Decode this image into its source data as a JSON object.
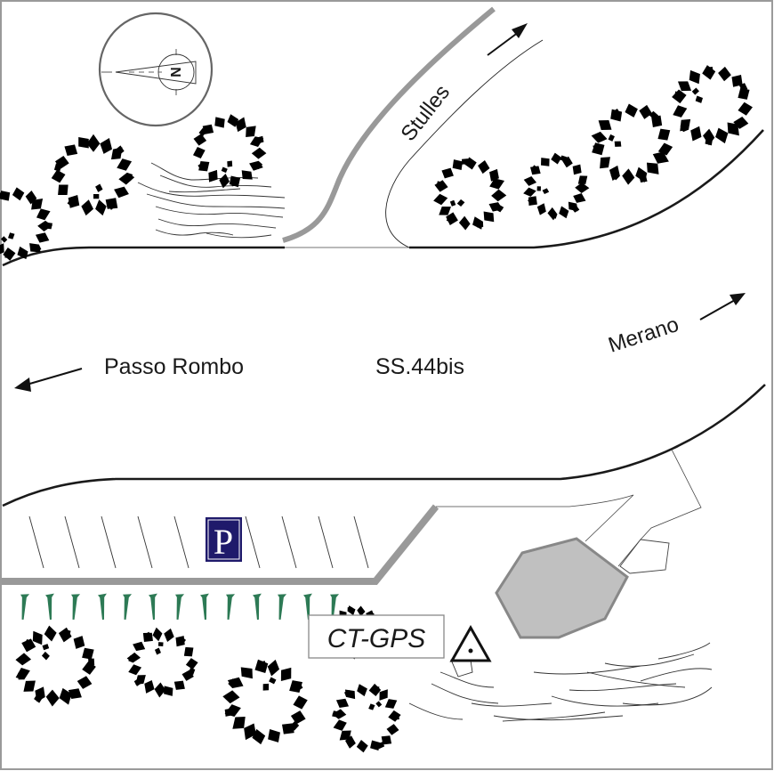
{
  "map": {
    "title": "Site sketch – CT-GPS station along SS.44bis",
    "labels": {
      "road": "SS.44bis",
      "west_direction": "Passo Rombo",
      "east_direction": "Merano",
      "side_road": "Stulles",
      "station": "CT-GPS",
      "parking": "P",
      "compass": "N"
    },
    "colors": {
      "tree_fill": "#0f8f47",
      "tree_outline": "#505a58",
      "road_edge": "#1a1a1a",
      "wall": "#999999",
      "building_fill": "#c0c0c0",
      "building_outline": "#888888",
      "parking_sign": "#1f1a6b",
      "hedge": "#2d7a55"
    },
    "parking_stalls": 11,
    "hedge_count": 13,
    "icons": {
      "compass": "north-arrow-icon",
      "parking": "parking-sign-icon",
      "benchmark": "gps-benchmark-triangle-icon"
    }
  }
}
